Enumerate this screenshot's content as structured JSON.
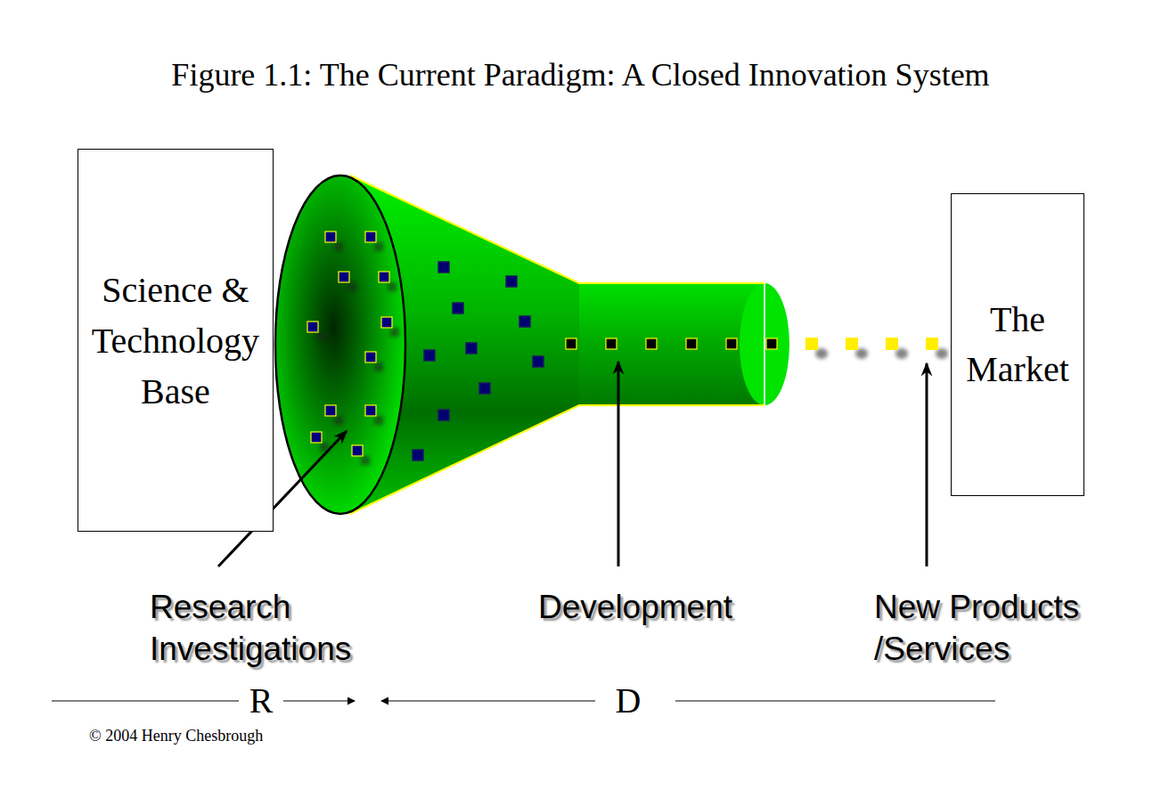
{
  "diagram": {
    "title": "Figure 1.1: The Current Paradigm: A Closed Innovation System",
    "nodes": [
      {
        "text": [
          "Science & Technology Base"
        ]
      },
      {
        "text": [
          "The Market"
        ]
      }
    ],
    "labels": [
      "Research Investigations",
      "Development",
      "New Products /Services",
      "R",
      "D",
      "© 2004 Henry Chesbrough"
    ]
  }
}
